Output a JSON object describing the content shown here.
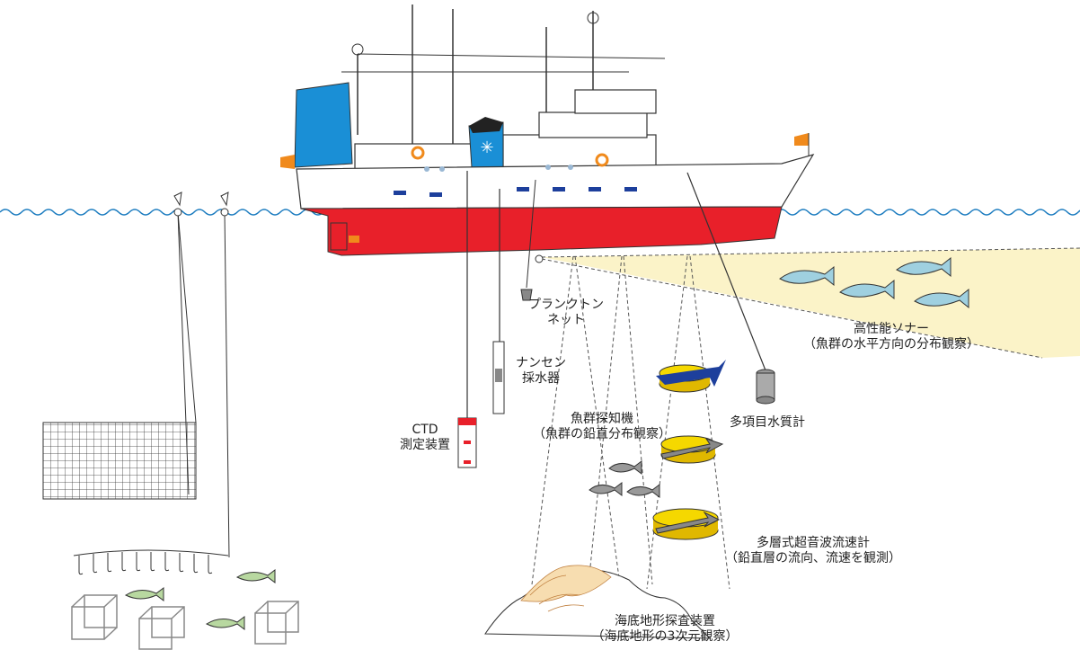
{
  "labels": {
    "plankton_net": [
      "プランクトン",
      "ネット"
    ],
    "nansen": [
      "ナンセン",
      "採水器"
    ],
    "ctd": [
      "CTD",
      "測定装置"
    ],
    "fish_finder": [
      "魚群探知機",
      "（魚群の鉛直分布観察）"
    ],
    "sonar": [
      "高性能ソナー",
      "（魚群の水平方向の分布観察）"
    ],
    "water_quality": [
      "多項目水質計"
    ],
    "adcp": [
      "多層式超音波流速計",
      "（鉛直層の流向、流速を観測）"
    ],
    "seafloor": [
      "海底地形探査装置",
      "（海底地形の3次元観察）"
    ]
  },
  "colors": {
    "hull_red": "#e8202a",
    "funnel_blue": "#1a8fd6",
    "sail_blue": "#1a8fd6",
    "sonar_beam": "#fbf3c8",
    "water_line": "#1a7bbf",
    "flag_orange": "#f08a1c",
    "current_disc": "#f5d800"
  }
}
